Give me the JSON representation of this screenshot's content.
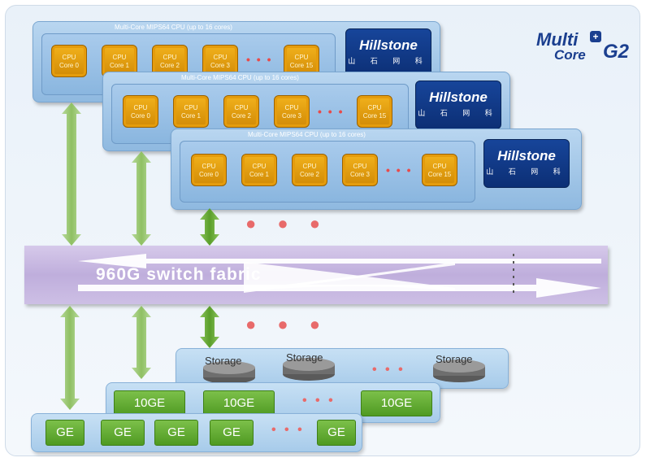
{
  "board_title": "Multi-Core MIPS64  CPU (up to 16 cores)",
  "brand": {
    "name": "Hillstone",
    "sub": "山 石 网 科"
  },
  "logo": {
    "line1": "Multi",
    "line2": "Core",
    "gen": "G2"
  },
  "boards": [
    {
      "cores": [
        {
          "l1": "CPU",
          "l2": "Core 0"
        },
        {
          "l1": "CPU",
          "l2": "Core 1"
        },
        {
          "l1": "CPU",
          "l2": "Core 2"
        },
        {
          "l1": "CPU",
          "l2": "Core 3"
        },
        {
          "l1": "CPU",
          "l2": "Core 15"
        }
      ]
    },
    {
      "cores": [
        {
          "l1": "CPU",
          "l2": "Core 0"
        },
        {
          "l1": "CPU",
          "l2": "Core 1"
        },
        {
          "l1": "CPU",
          "l2": "Core 2"
        },
        {
          "l1": "CPU",
          "l2": "Core 3"
        },
        {
          "l1": "CPU",
          "l2": "Core 15"
        }
      ]
    },
    {
      "cores": [
        {
          "l1": "CPU",
          "l2": "Core 0"
        },
        {
          "l1": "CPU",
          "l2": "Core 1"
        },
        {
          "l1": "CPU",
          "l2": "Core 2"
        },
        {
          "l1": "CPU",
          "l2": "Core 3"
        },
        {
          "l1": "CPU",
          "l2": "Core 15"
        }
      ]
    }
  ],
  "core_ellipsis": "• • •",
  "fabric_label": "960G  switch fabric",
  "ellipsis_big": "● ● ●",
  "storage_label": "Storage",
  "storage_ellipsis": "• • •",
  "tenge_label": "10GE",
  "tenge_ellipsis": "• • •",
  "ge_label": "GE",
  "ge_ellipsis": "• • •",
  "colors": {
    "board": "#a9cbec",
    "core": "#e59c0c",
    "brand": "#0c2f75",
    "fabric": "#c9bbe2",
    "port": "#5fa82e",
    "arrow": "#6cab3a"
  }
}
